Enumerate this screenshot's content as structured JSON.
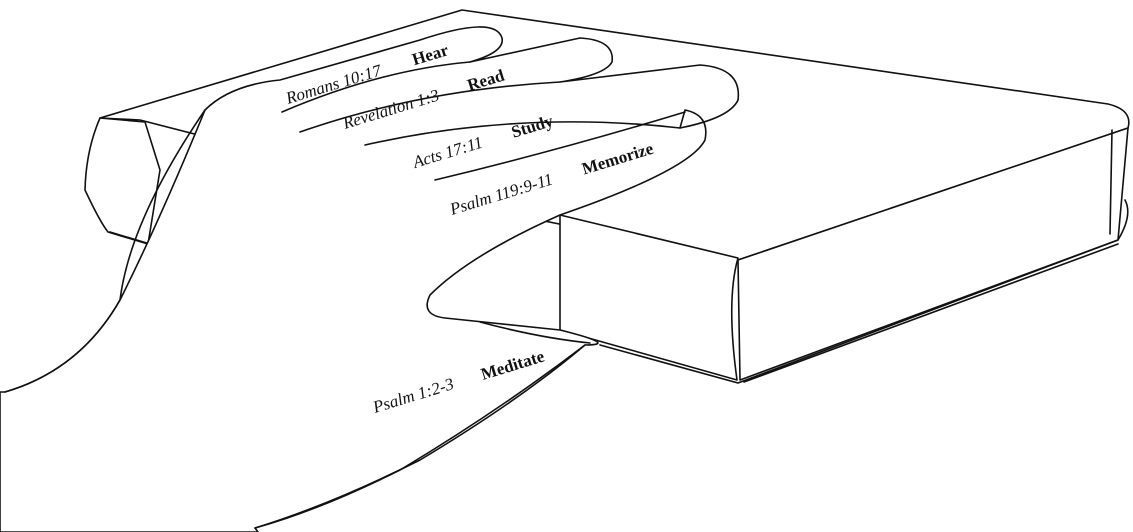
{
  "illustration": {
    "subject": "hand-gripping-bible",
    "ink_color": "#111111",
    "background_color": "#ffffff"
  },
  "fingers": [
    {
      "reference": "Romans 10:17",
      "action": "Hear"
    },
    {
      "reference": "Revelation 1:3",
      "action": "Read"
    },
    {
      "reference": "Acts 17:11",
      "action": "Study"
    },
    {
      "reference": "Psalm 119:9-11",
      "action": "Memorize"
    },
    {
      "reference": "Psalm 1:2-3",
      "action": "Meditate"
    }
  ]
}
